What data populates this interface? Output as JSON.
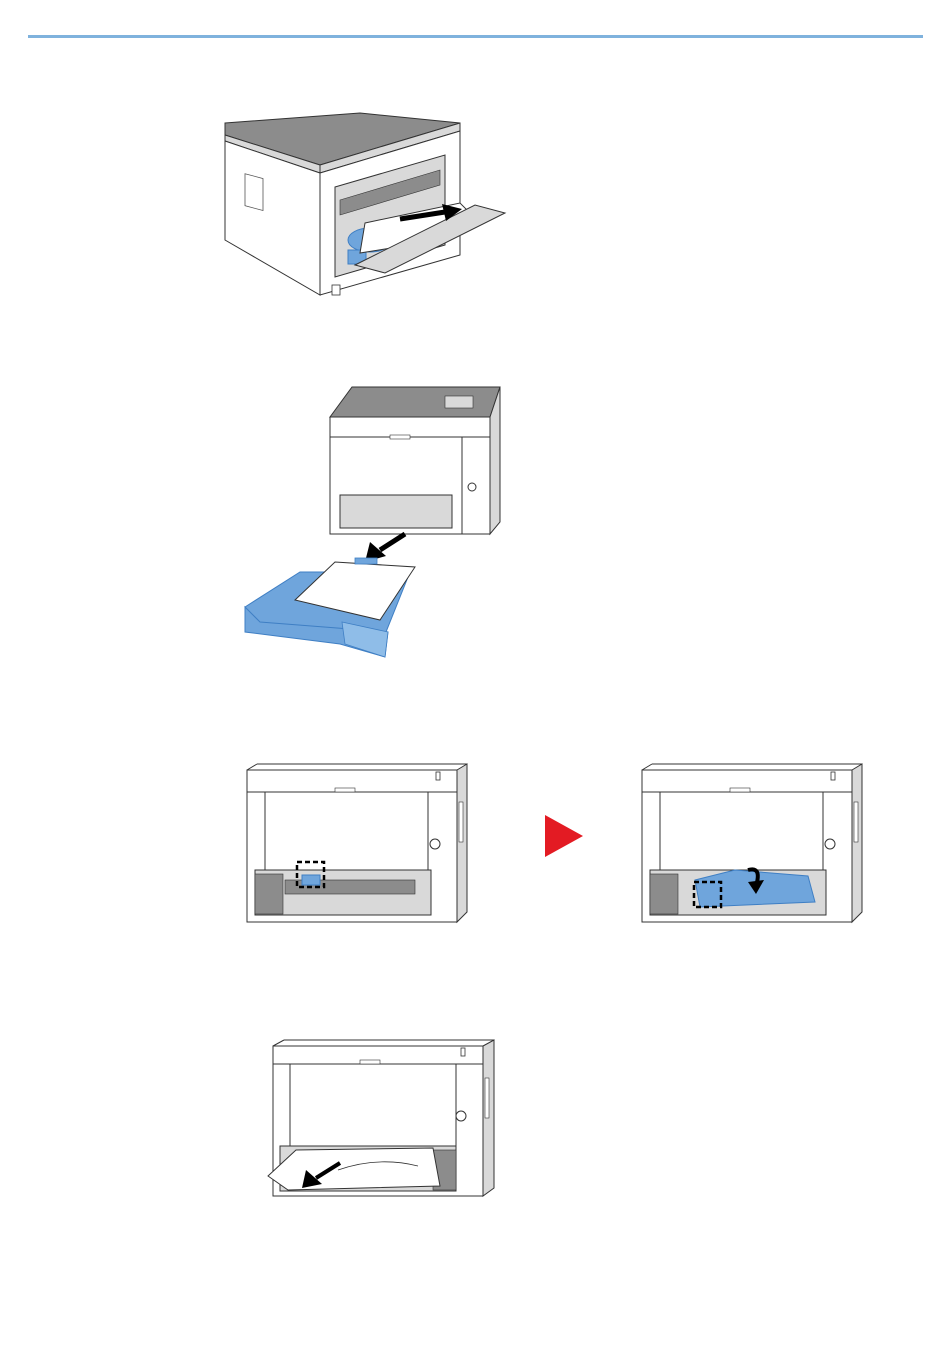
{
  "colors": {
    "rule": "#7fb2dd",
    "accent_part": "#6fa5dc",
    "accent_dark": "#3f7fc4",
    "arrow_red": "#e31b23",
    "line": "#333333",
    "body_fill": "#ffffff",
    "shade": "#d9d9d9",
    "dark_shade": "#8c8c8c"
  },
  "figures": [
    {
      "id": "fig1",
      "icon": "printer-rear-cover-paper-removal"
    },
    {
      "id": "fig2",
      "icon": "printer-cassette-pull-out"
    },
    {
      "id": "fig3a",
      "icon": "printer-front-lever-location"
    },
    {
      "id": "fig3b",
      "icon": "printer-front-cover-open-lever"
    },
    {
      "id": "fig4",
      "icon": "printer-front-paper-removal"
    }
  ],
  "step_arrow": {
    "icon": "next-step-triangle"
  }
}
